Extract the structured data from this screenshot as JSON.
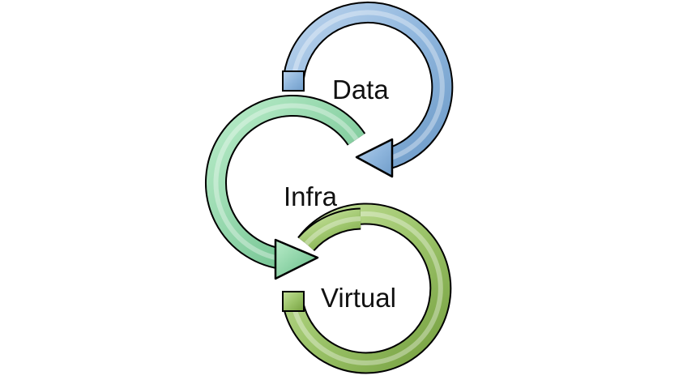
{
  "diagram": {
    "steps": [
      {
        "label": "Data",
        "color": "#8fb6dd",
        "dark": "#5a86b8"
      },
      {
        "label": "Infra",
        "color": "#8fd4a8",
        "dark": "#4fae78"
      },
      {
        "label": "Virtual",
        "color": "#9cc46a",
        "dark": "#6b9a3b"
      }
    ]
  }
}
